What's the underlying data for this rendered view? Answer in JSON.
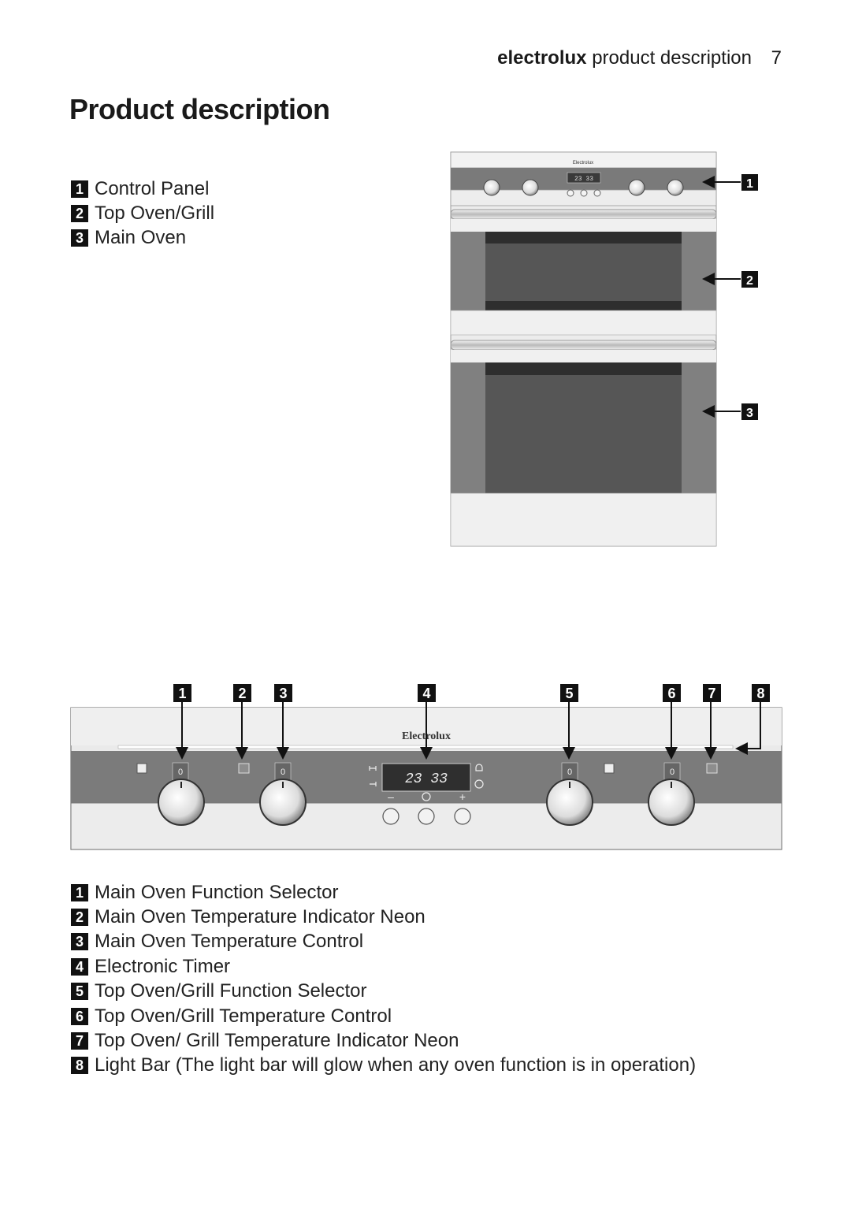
{
  "header": {
    "brand": "electrolux",
    "section": "product description",
    "page_number": "7"
  },
  "page_title": "Product description",
  "oven_parts": [
    {
      "number": "1",
      "label": "Control Panel"
    },
    {
      "number": "2",
      "label": "Top Oven/Grill"
    },
    {
      "number": "3",
      "label": "Main Oven"
    }
  ],
  "panel_parts": [
    {
      "number": "1",
      "label": "Main Oven Function Selector"
    },
    {
      "number": "2",
      "label": "Main Oven Temperature Indicator Neon"
    },
    {
      "number": "3",
      "label": "Main Oven Temperature Control"
    },
    {
      "number": "4",
      "label": "Electronic Timer"
    },
    {
      "number": "5",
      "label": "Top Oven/Grill Function Selector"
    },
    {
      "number": "6",
      "label": "Top Oven/Grill Temperature Control"
    },
    {
      "number": "7",
      "label": "Top Oven/ Grill Temperature Indicator Neon"
    },
    {
      "number": "8",
      "label": "Light Bar (The light bar will glow when any oven function is in operation)"
    }
  ],
  "figure": {
    "logo_text": "Electrolux",
    "timer_display": "23 33",
    "knob_zero": "0",
    "timer_minus": "–",
    "timer_plus": "+",
    "callouts_oven": [
      "1",
      "2",
      "3"
    ],
    "callouts_panel": [
      "1",
      "2",
      "3",
      "4",
      "5",
      "6",
      "7",
      "8"
    ]
  }
}
